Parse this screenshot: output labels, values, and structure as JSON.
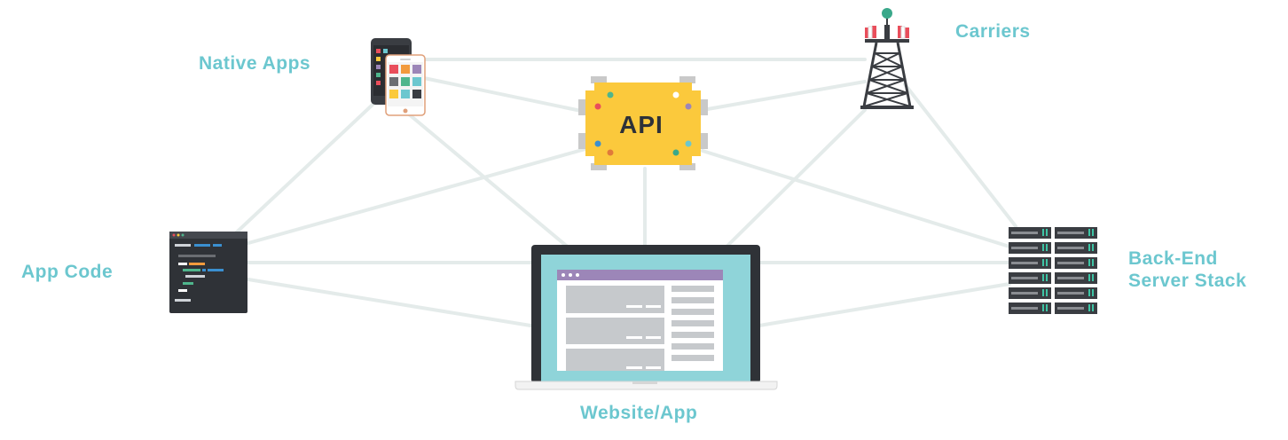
{
  "nodes": {
    "native_apps": {
      "label": "Native Apps",
      "icon": "smartphone-icon"
    },
    "carriers": {
      "label": "Carriers",
      "icon": "cell-tower-icon"
    },
    "api": {
      "label": "API",
      "icon": "api-chip-icon"
    },
    "app_code": {
      "label": "App Code",
      "icon": "code-editor-icon"
    },
    "backend": {
      "label_line1": "Back-End",
      "label_line2": "Server Stack",
      "icon": "server-rack-icon"
    },
    "website": {
      "label": "Website/App",
      "icon": "laptop-icon"
    }
  },
  "colors": {
    "label": "#6cc7cf",
    "connector": "#e4ebea",
    "api_chip": "#fbc93c",
    "dark": "#2f3237",
    "screen": "#8fd4d9",
    "browser_bar": "#9c86b8"
  }
}
